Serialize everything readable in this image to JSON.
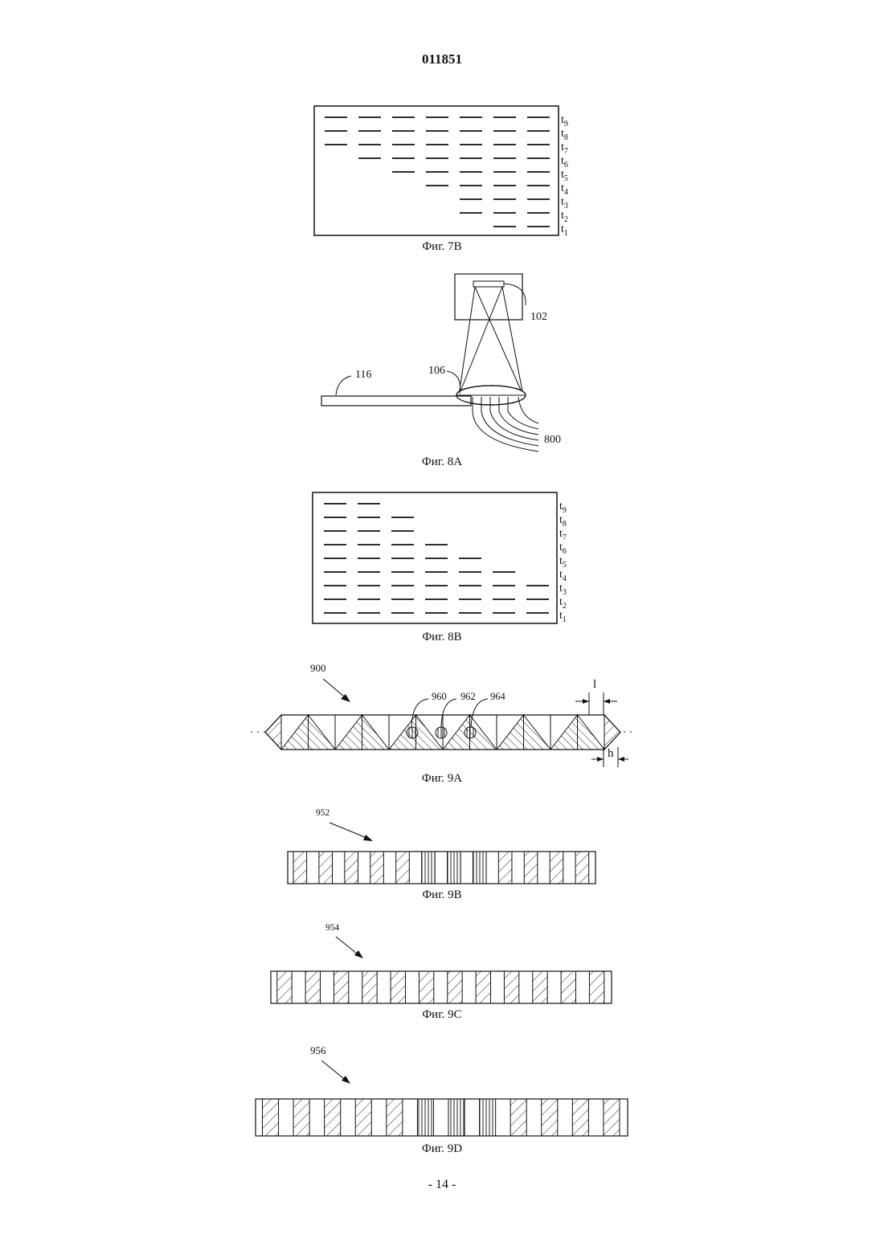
{
  "page_number": "011851",
  "footer": "- 14 -",
  "fig7b": {
    "caption": "Фиг. 7B",
    "time_labels": [
      "9",
      "8",
      "7",
      "6",
      "5",
      "4",
      "3",
      "2",
      "1"
    ],
    "lanes_present": [
      [
        1,
        1,
        1,
        1,
        1,
        1,
        1
      ],
      [
        1,
        1,
        1,
        1,
        1,
        1,
        1
      ],
      [
        1,
        1,
        1,
        1,
        1,
        1,
        1
      ],
      [
        0,
        1,
        1,
        1,
        1,
        1,
        1
      ],
      [
        0,
        0,
        1,
        1,
        1,
        1,
        1
      ],
      [
        0,
        0,
        0,
        1,
        1,
        1,
        1
      ],
      [
        0,
        0,
        0,
        0,
        1,
        1,
        1
      ],
      [
        0,
        0,
        0,
        0,
        1,
        1,
        1
      ],
      [
        0,
        0,
        0,
        0,
        0,
        1,
        1
      ]
    ]
  },
  "fig8a": {
    "caption": "Фиг. 8A",
    "labels": {
      "sensor": "102",
      "lens": "106",
      "slide": "116",
      "fibers": "800"
    }
  },
  "fig8b": {
    "caption": "Фиг. 8B",
    "time_labels": [
      "9",
      "8",
      "7",
      "6",
      "5",
      "4",
      "3",
      "2",
      "1"
    ],
    "lanes_present": [
      [
        1,
        1,
        0,
        0,
        0,
        0,
        0
      ],
      [
        1,
        1,
        1,
        0,
        0,
        0,
        0
      ],
      [
        1,
        1,
        1,
        0,
        0,
        0,
        0
      ],
      [
        1,
        1,
        1,
        1,
        0,
        0,
        0
      ],
      [
        1,
        1,
        1,
        1,
        1,
        0,
        0
      ],
      [
        1,
        1,
        1,
        1,
        1,
        1,
        0
      ],
      [
        1,
        1,
        1,
        1,
        1,
        1,
        1
      ],
      [
        1,
        1,
        1,
        1,
        1,
        1,
        1
      ],
      [
        1,
        1,
        1,
        1,
        1,
        1,
        1
      ]
    ]
  },
  "fig9a": {
    "caption": "Фиг. 9A",
    "labels": {
      "strip": "900",
      "c1": "960",
      "c2": "962",
      "c3": "964",
      "l": "l",
      "h": "h"
    }
  },
  "fig9b": {
    "caption": "Фиг. 9B",
    "label": "952"
  },
  "fig9c": {
    "caption": "Фиг. 9C",
    "label": "954"
  },
  "fig9d": {
    "caption": "Фиг. 9D",
    "label": "956"
  }
}
